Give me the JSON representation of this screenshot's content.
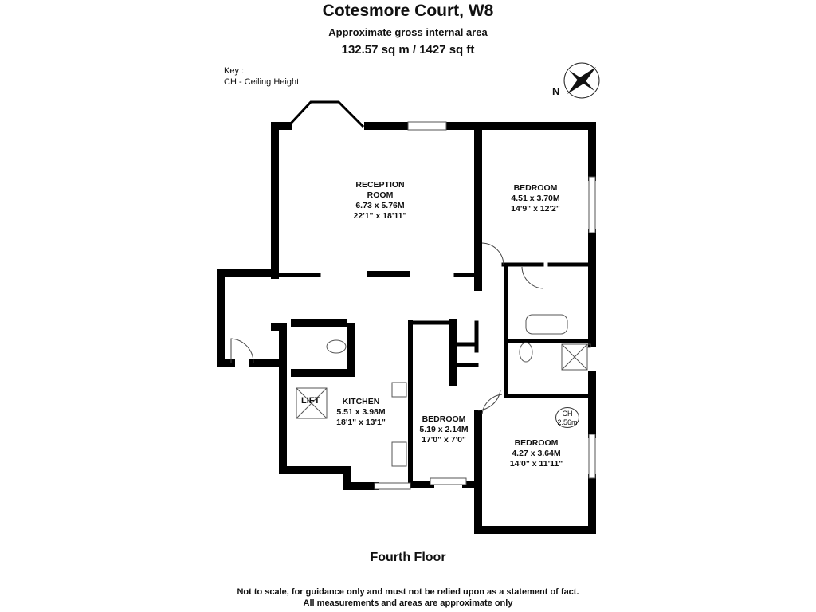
{
  "header": {
    "title": "Cotesmore Court, W8",
    "subtitle": "Approximate gross internal area",
    "area": "132.57 sq m / 1427 sq ft"
  },
  "key": {
    "heading": "Key :",
    "ch": "CH - Ceiling Height"
  },
  "compass": {
    "label": "N"
  },
  "rooms": {
    "reception": {
      "name1": "RECEPTION",
      "name2": "ROOM",
      "metric": "6.73 x 5.76M",
      "imperial": "22'1\" x 18'11\""
    },
    "bedroom1": {
      "name": "BEDROOM",
      "metric": "4.51 x 3.70M",
      "imperial": "14'9\" x 12'2\""
    },
    "kitchen": {
      "name": "KITCHEN",
      "metric": "5.51 x 3.98M",
      "imperial": "18'1\" x 13'1\""
    },
    "bedroom2": {
      "name": "BEDROOM",
      "metric": "5.19 x 2.14M",
      "imperial": "17'0\" x 7'0\""
    },
    "bedroom3": {
      "name": "BEDROOM",
      "metric": "4.27 x 3.64M",
      "imperial": "14'0\" x 11'11\""
    },
    "lift": "LIFT",
    "ceiling": {
      "label": "CH",
      "value": "2.56m"
    }
  },
  "floor_label": "Fourth Floor",
  "footer": {
    "line1": "Not to scale, for guidance only and must not be relied upon as a statement of fact.",
    "line2": "All measurements and areas are approximate only"
  }
}
